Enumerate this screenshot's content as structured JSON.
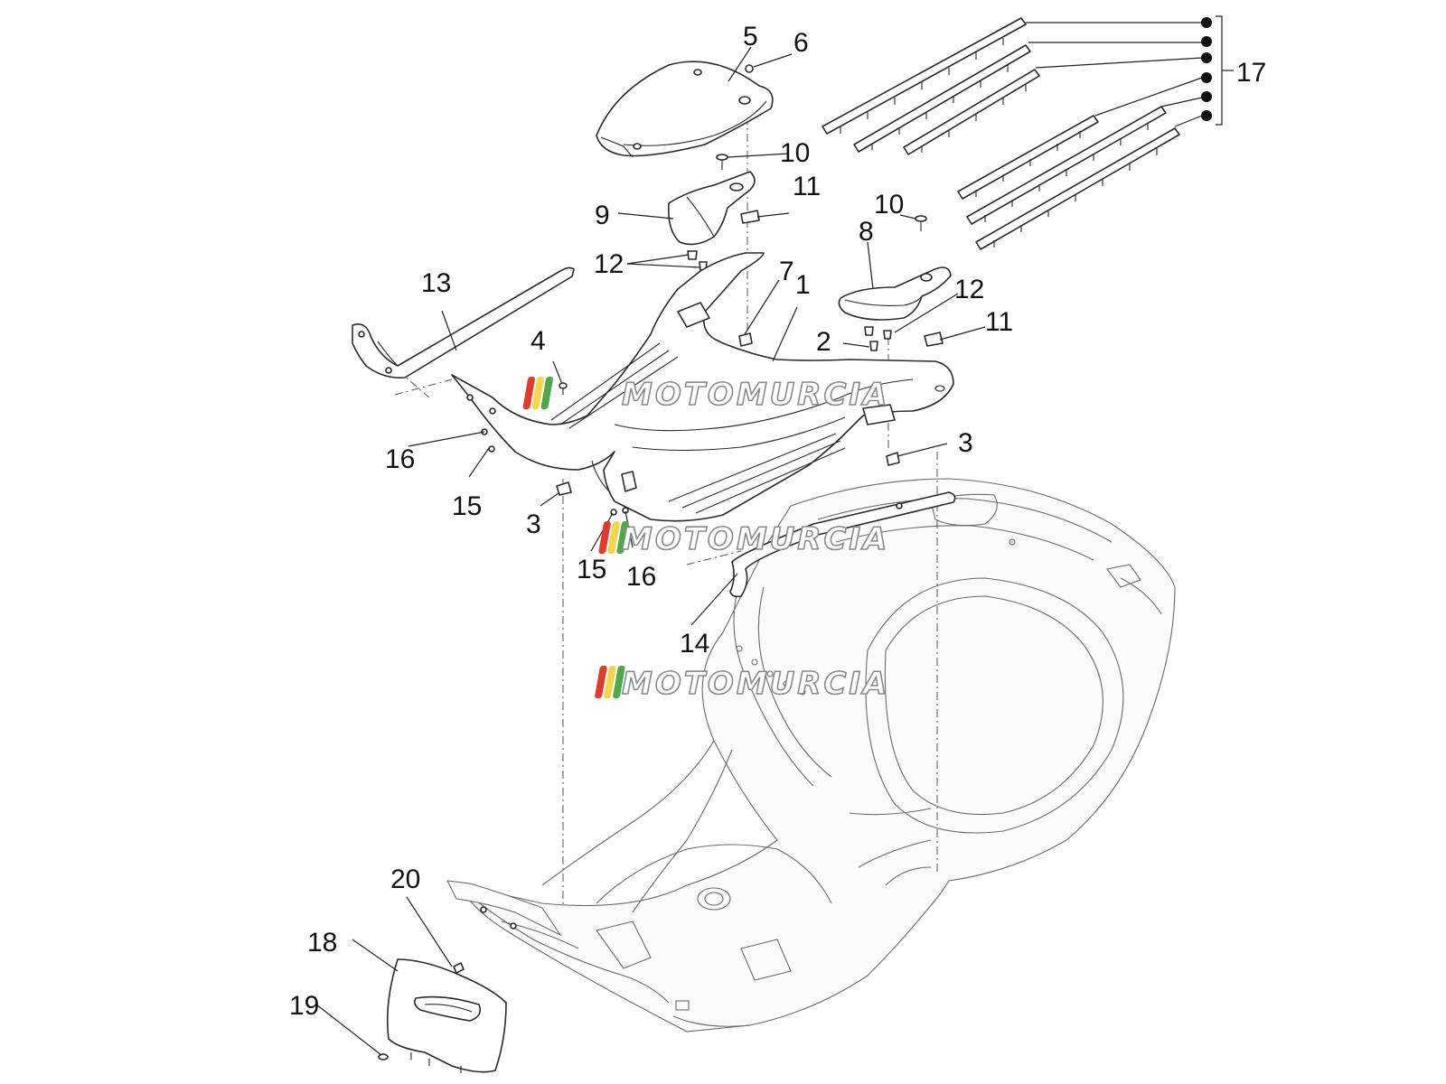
{
  "watermark": {
    "text": "MOTOMURCIA",
    "stripe_colors": [
      "#e23b2e",
      "#f2d64b",
      "#4caa4a"
    ]
  },
  "callouts": [
    {
      "id": "c1",
      "text": "1"
    },
    {
      "id": "c2",
      "text": "2"
    },
    {
      "id": "c3a",
      "text": "3"
    },
    {
      "id": "c3b",
      "text": "3"
    },
    {
      "id": "c4",
      "text": "4"
    },
    {
      "id": "c5",
      "text": "5"
    },
    {
      "id": "c6",
      "text": "6"
    },
    {
      "id": "c7",
      "text": "7"
    },
    {
      "id": "c8",
      "text": "8"
    },
    {
      "id": "c9",
      "text": "9"
    },
    {
      "id": "c10a",
      "text": "10"
    },
    {
      "id": "c10b",
      "text": "10"
    },
    {
      "id": "c11a",
      "text": "11"
    },
    {
      "id": "c11b",
      "text": "11"
    },
    {
      "id": "c12a",
      "text": "12"
    },
    {
      "id": "c12b",
      "text": "12"
    },
    {
      "id": "c13",
      "text": "13"
    },
    {
      "id": "c14",
      "text": "14"
    },
    {
      "id": "c15a",
      "text": "15"
    },
    {
      "id": "c15b",
      "text": "15"
    },
    {
      "id": "c16a",
      "text": "16"
    },
    {
      "id": "c16b",
      "text": "16"
    },
    {
      "id": "c17",
      "text": "17"
    },
    {
      "id": "c18",
      "text": "18"
    },
    {
      "id": "c19",
      "text": "19"
    },
    {
      "id": "c20",
      "text": "20"
    }
  ]
}
